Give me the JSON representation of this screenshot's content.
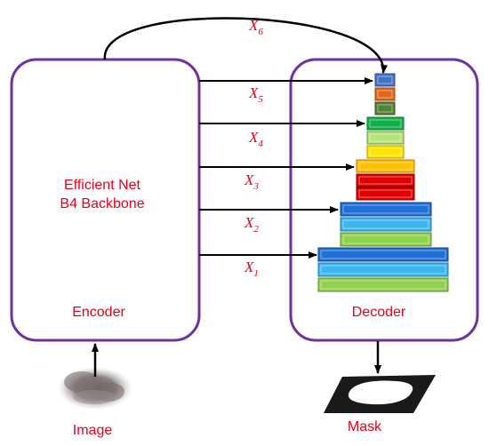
{
  "encoder": {
    "backbone_line1": "Efficient Net",
    "backbone_line2": "B4 Backbone",
    "label": "Encoder"
  },
  "decoder": {
    "label": "Decoder"
  },
  "input_label": "Image",
  "output_label": "Mask",
  "skip_connections": [
    {
      "symbol": "X",
      "sub": "1"
    },
    {
      "symbol": "X",
      "sub": "2"
    },
    {
      "symbol": "X",
      "sub": "3"
    },
    {
      "symbol": "X",
      "sub": "4"
    },
    {
      "symbol": "X",
      "sub": "5"
    },
    {
      "symbol": "X",
      "sub": "6"
    }
  ],
  "colors": {
    "box_border": "#7030a0",
    "label_text": "#e8001c",
    "arrow": "#000000",
    "blue": "#1f6fd6",
    "light_blue": "#3cb7ee",
    "light_green": "#92d050",
    "red": "#e00000",
    "yellow": "#ffe400",
    "green": "#12b04a",
    "orange": "#e0661a",
    "slate_blue": "#4472c4",
    "dark_olive": "#548235"
  }
}
